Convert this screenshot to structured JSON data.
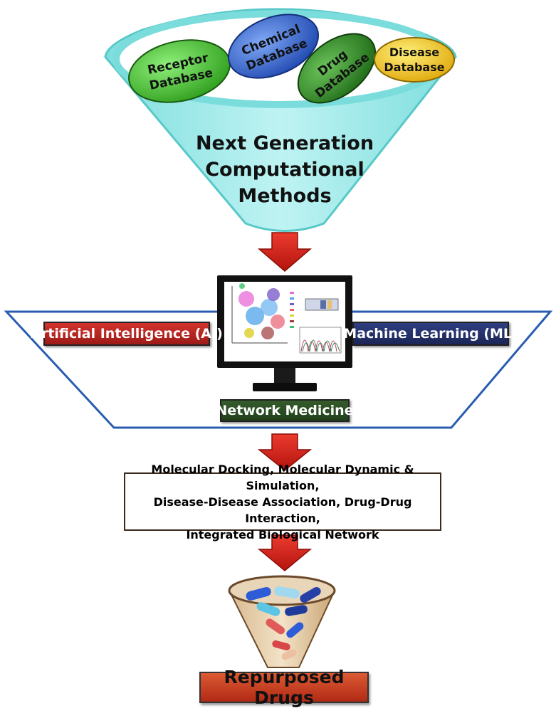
{
  "databases": [
    {
      "line1": "Receptor",
      "line2": "Database",
      "color": "#3fbf2a"
    },
    {
      "line1": "Chemical",
      "line2": "Database",
      "color": "#2f62c8"
    },
    {
      "line1": "Drug",
      "line2": "Database",
      "color": "#2f8a26"
    },
    {
      "line1": "Disease",
      "line2": "Database",
      "color": "#f2c21e"
    }
  ],
  "funnel": {
    "title_line1": "Next Generation",
    "title_line2": "Computational",
    "title_line3": "Methods",
    "color": "#a8ecec"
  },
  "platform": {
    "left_tag": "Artificial Intelligence (AI)",
    "right_tag": "Machine Learning (ML)",
    "bottom_tag": "Network Medicine",
    "outline_color": "#2a5db0"
  },
  "methods": {
    "line1": "Molecular Docking, Molecular Dynamic & Simulation,",
    "line2": "Disease-Disease Association, Drug-Drug Interaction,",
    "line3": "Integrated Biological Network"
  },
  "result": {
    "label": "Repurposed Drugs"
  },
  "arrow_color": "#d82a22"
}
